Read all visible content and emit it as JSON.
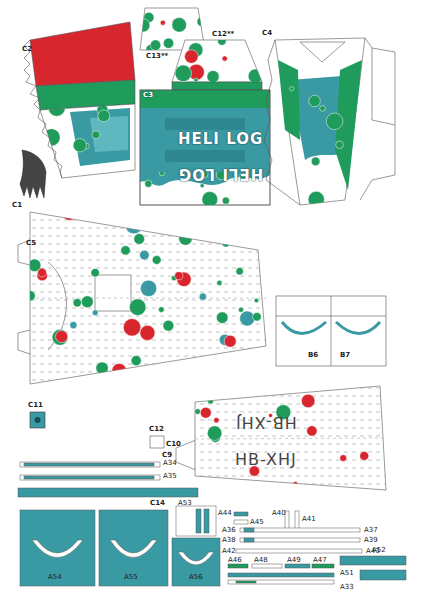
{
  "diagram": {
    "labels": [
      "C2",
      "C12**",
      "C13**",
      "C4",
      "C3",
      "HELI LOG",
      "HELI LOG",
      "C1",
      "C5",
      "B6",
      "B7",
      "C11",
      "C12",
      "C10",
      "C9",
      "HB-XHJ",
      "HB-XHJ",
      "A34",
      "A35",
      "C14",
      "A53",
      "A44",
      "A45",
      "A40",
      "A41",
      "A36",
      "A37",
      "A38",
      "A39",
      "A42",
      "A43",
      "A46",
      "A48",
      "A49",
      "A47",
      "A52",
      "A33",
      "A51",
      "A54",
      "A55",
      "A56"
    ]
  }
}
